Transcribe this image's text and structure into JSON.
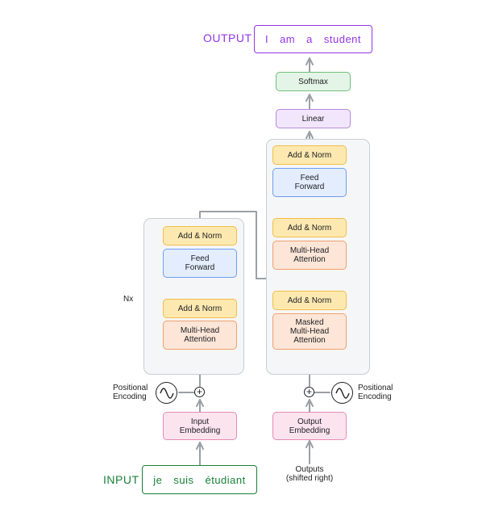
{
  "output": {
    "label": "OUTPUT",
    "words": [
      "I",
      "am",
      "a",
      "student"
    ],
    "color": "#9334e6"
  },
  "input": {
    "label": "INPUT",
    "words": [
      "je",
      "suis",
      "étudiant"
    ],
    "color": "#188038"
  },
  "decoder_top": {
    "softmax": "Softmax",
    "linear": "Linear"
  },
  "encoder": {
    "add_norm_top": "Add & Norm",
    "feed_forward": "Feed\nForward",
    "add_norm_bottom": "Add & Norm",
    "attention": "Multi-Head\nAttention",
    "repeat_label": "Nx",
    "positional_encoding": "Positional\nEncoding",
    "embedding": "Input\nEmbedding"
  },
  "decoder": {
    "add_norm_1": "Add & Norm",
    "feed_forward": "Feed\nForward",
    "add_norm_2": "Add & Norm",
    "cross_attention": "Multi-Head\nAttention",
    "add_norm_3": "Add & Norm",
    "masked_attention": "Masked\nMulti-Head\nAttention",
    "positional_encoding": "Positional\nEncoding",
    "embedding": "Output\nEmbedding",
    "outputs_caption": "Outputs\n(shifted right)"
  },
  "colors": {
    "add_norm": "#fde9b0",
    "feed_forward": "#e3edfd",
    "attention": "#fde6d7",
    "embedding": "#fce4ef",
    "linear": "#f1e6fb",
    "softmax": "#e4f4e6",
    "stack": "#f5f6f8",
    "connector": "#9aa0a6"
  }
}
